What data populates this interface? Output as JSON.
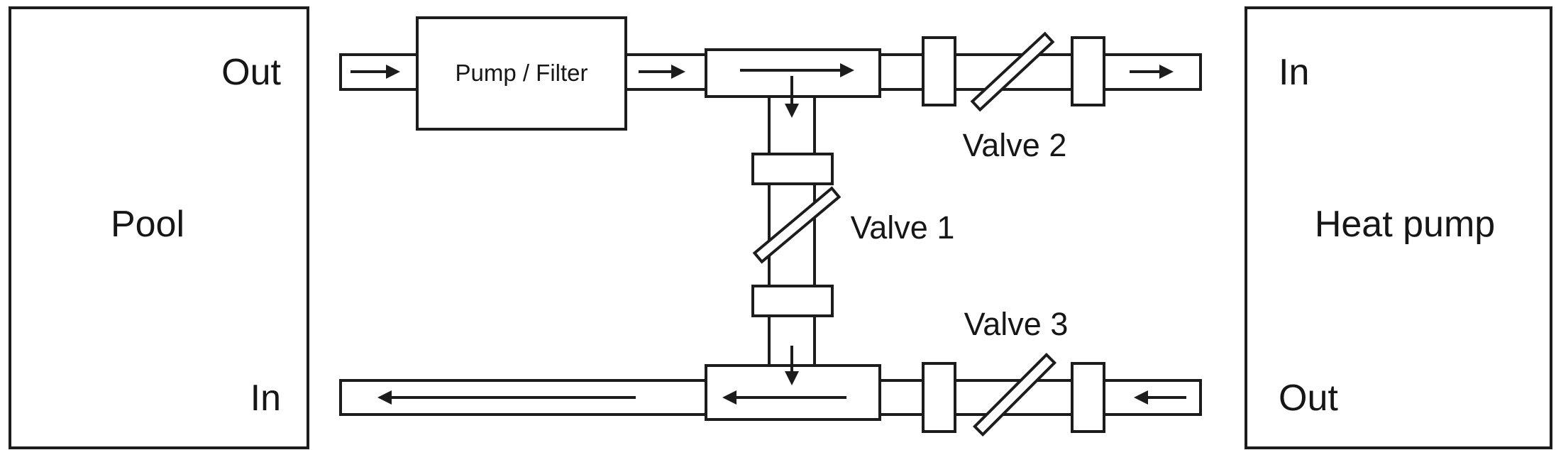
{
  "diagram": {
    "pool": {
      "title": "Pool",
      "out_label": "Out",
      "in_label": "In"
    },
    "heat_pump": {
      "title": "Heat pump",
      "in_label": "In",
      "out_label": "Out"
    },
    "pump_filter": {
      "label": "Pump / Filter"
    },
    "valve1": {
      "label": "Valve 1"
    },
    "valve2": {
      "label": "Valve 2"
    },
    "valve3": {
      "label": "Valve 3"
    },
    "colors": {
      "line": "#1c1c1c",
      "background": "#ffffff",
      "text": "#161616"
    }
  }
}
